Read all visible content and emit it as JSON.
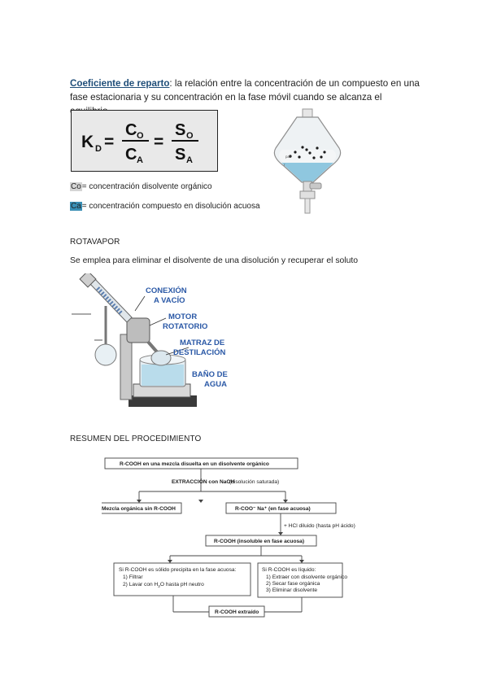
{
  "intro": {
    "term": "Coeficiente de reparto",
    "colon": ":",
    "line1_rest": " la relación entre la concentración de un compuesto en una",
    "line2": "fase estacionaria y su concentración en la fase móvil cuando se alcanza el equilibrio"
  },
  "formula": {
    "k": "K",
    "d": "D",
    "eq1": "=",
    "c_num": "C",
    "c_num_sub": "O",
    "c_den": "C",
    "c_den_sub": "A",
    "eq2": "=",
    "s_num": "S",
    "s_num_sub": "O",
    "s_den": "S",
    "s_den_sub": "A"
  },
  "funnel": {
    "label1": "pas",
    "label2": "r"
  },
  "legend": {
    "co_key": "Co",
    "co_text": "= concentración disolvente orgánico",
    "ca_key": "Ca",
    "ca_text": "= concentración compuesto en disolución acuosa"
  },
  "rotavapor": {
    "heading": "ROTAVAPOR",
    "description": "Se emplea para eliminar el disolvente de una disolución y recuperar el soluto",
    "labels": {
      "vacuum_l1": "CONEXIÓN",
      "vacuum_l2": "A VACÍO",
      "motor_l1": "MOTOR",
      "motor_l2": "ROTATORIO",
      "flask_l1": "MATRAZ DE",
      "flask_l2": "DESTILACIÓN",
      "bath_l1": "BAÑO DE",
      "bath_l2": "AGUA"
    }
  },
  "summary": {
    "heading": "RESUMEN DEL PROCEDIMIENTO",
    "start": "R-COOH en una mezcla disuelta en un disolvente orgánico",
    "extraction": "EXTRACCIÓN con NaOH",
    "extraction_note": "(disolución saturada)",
    "organic": "Mezcla orgánica sin R-COOH",
    "aqueous": "R-COO⁻ Na⁺ (en fase acuosa)",
    "acid_step": "+ HCl diluido (hasta pH ácido)",
    "insoluble": "R-COOH (insoluble en fase acuosa)",
    "solid": {
      "title": "Si R-COOH es sólido precipita en la fase acuosa:",
      "step1": "1) Filtrar",
      "step2_pre": "2) Lavar con H",
      "step2_sub": "2",
      "step2_post": "O hasta pH neutro"
    },
    "liquid": {
      "title": "Si R-COOH es líquido:",
      "step1": "1) Extraer con disolvente orgánico",
      "step2": "2) Secar fase orgánica",
      "step3": "3) Eliminar disolvente"
    },
    "result": "R-COOH extraído"
  }
}
